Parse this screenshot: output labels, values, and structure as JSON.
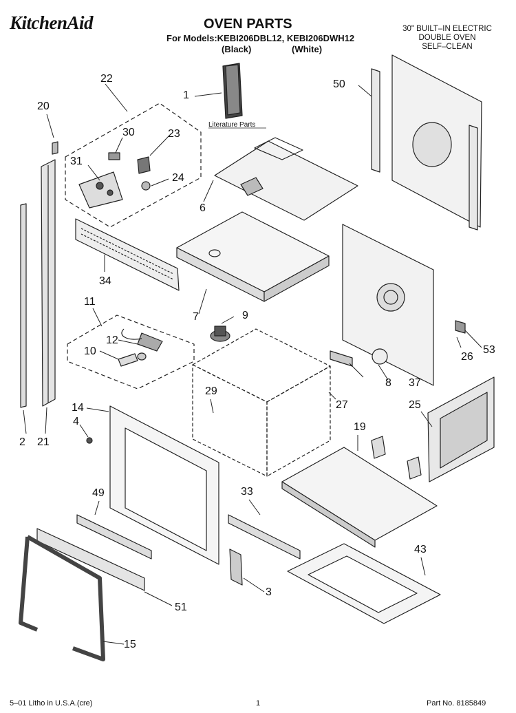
{
  "header": {
    "brand": "KitchenAid",
    "title": "OVEN PARTS",
    "models_line": "For Models:KEBI206DBL12, KEBI206DWH12",
    "variant_black": "(Black)",
    "variant_white": "(White)",
    "description": [
      "30\" BUILT–IN ELECTRIC",
      "DOUBLE OVEN",
      "SELF–CLEAN"
    ]
  },
  "literature_label": "Literature Parts",
  "callouts": [
    "1",
    "2",
    "3",
    "4",
    "6",
    "7",
    "8",
    "9",
    "10",
    "11",
    "12",
    "14",
    "15",
    "19",
    "20",
    "21",
    "22",
    "23",
    "24",
    "25",
    "26",
    "27",
    "29",
    "30",
    "31",
    "33",
    "34",
    "37",
    "43",
    "49",
    "50",
    "51",
    "53"
  ],
  "footer": {
    "left": "5–01 Litho in U.S.A.(cre)",
    "center": "1",
    "right": "Part No. 8185849"
  }
}
